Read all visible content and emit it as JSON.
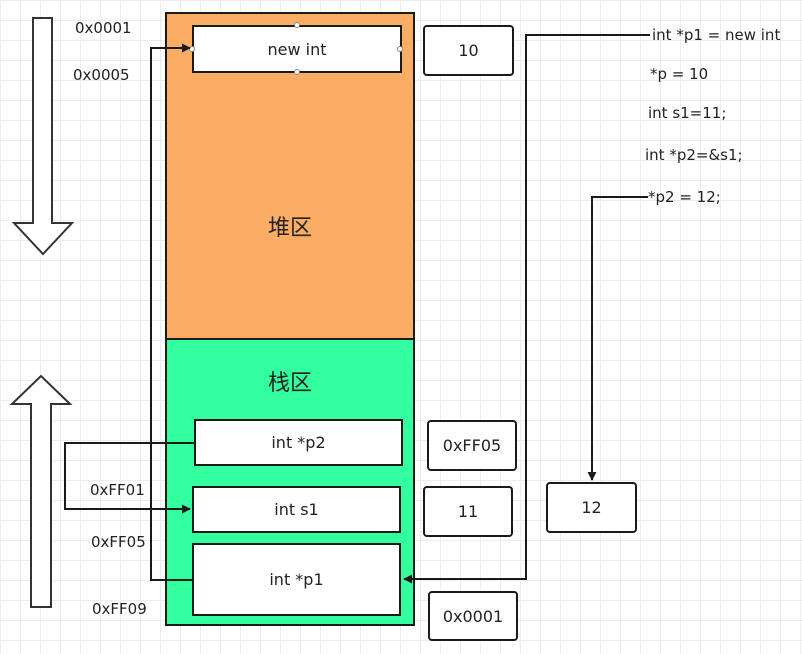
{
  "regions": {
    "heap_label": "堆区",
    "stack_label": "栈区"
  },
  "heap_cells": {
    "new_int": "new int"
  },
  "stack_cells": {
    "p2": "int *p2",
    "s1": "int s1",
    "p1": "int *p1"
  },
  "value_boxes": {
    "heap_value": "10",
    "p2_value": "0xFF05",
    "s1_value": "11",
    "p1_value": "0x0001",
    "result_value": "12"
  },
  "addresses": {
    "a1": "0x0001",
    "a2": "0x0005",
    "a3": "0xFF01",
    "a4": "0xFF05",
    "a5": "0xFF09"
  },
  "code_lines": [
    "int *p1 = new int",
    "*p = 10",
    "int s1=11;",
    "int *p2=&s1;",
    "*p2 = 12;"
  ],
  "colors": {
    "heap": "#fbae63",
    "stack": "#33ff9f",
    "line": "#1a1a1a"
  }
}
